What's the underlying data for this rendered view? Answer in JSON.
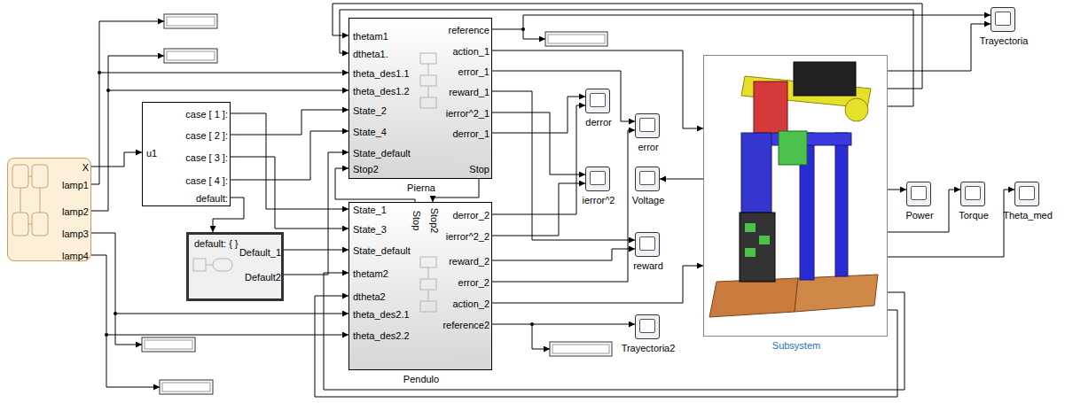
{
  "diagram": {
    "nodes": [
      {
        "text": [
          "X",
          "lamp1",
          "lamp2",
          "lamp3",
          "lamp4"
        ]
      },
      {
        "text": [
          "u1",
          "case [ 1 ]:",
          "case [ 2 ]:",
          "case [ 3 ]:",
          "case [ 4 ]:",
          "default:"
        ]
      },
      {
        "text": [
          "default: { }",
          "Default_1",
          "Default2"
        ]
      },
      {
        "text": [
          "thetam1",
          "dtheta1.",
          "theta_des1.1",
          "theta_des1.2",
          "State_2",
          "State_4",
          "State_default",
          "Stop2",
          "reference",
          "action_1",
          "error_1",
          "reward_1",
          "ierror^2_1",
          "derror_1",
          "Stop",
          "Pierna"
        ]
      },
      {
        "text": [
          "State_1",
          "State_3",
          "State_default",
          "thetam2",
          "dtheta2",
          "theta_des2.1",
          "theta_des2.2",
          "Stop2",
          "Stop",
          "derror_2",
          "ierror^2_2",
          "reward_2",
          "error_2",
          "action_2",
          "reference2",
          "Pendulo"
        ]
      },
      {
        "text": [
          "Subsystem"
        ]
      },
      {
        "text": [
          "Trayectoria"
        ]
      },
      {
        "text": [
          "derror"
        ]
      },
      {
        "text": [
          "error"
        ]
      },
      {
        "text": [
          "ierror^2"
        ]
      },
      {
        "text": [
          "Voltage"
        ]
      },
      {
        "text": [
          "reward"
        ]
      },
      {
        "text": [
          "Trayectoria2"
        ]
      },
      {
        "text": [
          "Power"
        ]
      },
      {
        "text": [
          "Torque"
        ]
      },
      {
        "text": [
          "Theta_med"
        ]
      }
    ],
    "edges": [
      {
        "from": 0,
        "to": 1,
        "arrow": "to"
      },
      {
        "from": 0,
        "to": 3,
        "arrow": "to"
      },
      {
        "from": 0,
        "to": 3,
        "arrow": "to"
      },
      {
        "from": 0,
        "to": 4,
        "arrow": "to"
      },
      {
        "from": 0,
        "to": 4,
        "arrow": "to"
      },
      {
        "from": 1,
        "to": 4,
        "arrow": "to"
      },
      {
        "from": 1,
        "to": 3,
        "arrow": "to"
      },
      {
        "from": 1,
        "to": 4,
        "arrow": "to"
      },
      {
        "from": 1,
        "to": 3,
        "arrow": "to"
      },
      {
        "from": 1,
        "to": 2,
        "arrow": "to"
      },
      {
        "from": 2,
        "to": 4,
        "arrow": "to"
      },
      {
        "from": 2,
        "to": 3,
        "arrow": "to"
      },
      {
        "from": 3,
        "to": 4,
        "arrow": "to"
      },
      {
        "from": 4,
        "to": 3,
        "arrow": "to"
      },
      {
        "from": 3,
        "to": 6,
        "arrow": "to"
      },
      {
        "from": 3,
        "to": 5,
        "arrow": "to"
      },
      {
        "from": 3,
        "to": 8,
        "arrow": "to"
      },
      {
        "from": 3,
        "to": 11,
        "arrow": "to"
      },
      {
        "from": 3,
        "to": 9,
        "arrow": "to"
      },
      {
        "from": 3,
        "to": 7,
        "arrow": "to"
      },
      {
        "from": 4,
        "to": 7,
        "arrow": "to"
      },
      {
        "from": 4,
        "to": 9,
        "arrow": "to"
      },
      {
        "from": 4,
        "to": 11,
        "arrow": "to"
      },
      {
        "from": 4,
        "to": 8,
        "arrow": "to"
      },
      {
        "from": 4,
        "to": 5,
        "arrow": "to"
      },
      {
        "from": 4,
        "to": 12,
        "arrow": "to"
      },
      {
        "from": 5,
        "to": 6,
        "arrow": "to"
      },
      {
        "from": 5,
        "to": 10,
        "arrow": "to"
      },
      {
        "from": 5,
        "to": 13,
        "arrow": "to"
      },
      {
        "from": 5,
        "to": 14,
        "arrow": "to"
      },
      {
        "from": 5,
        "to": 15,
        "arrow": "to"
      },
      {
        "from": 5,
        "to": 3,
        "arrow": "to"
      },
      {
        "from": 5,
        "to": 3,
        "arrow": "to"
      },
      {
        "from": 5,
        "to": 4,
        "arrow": "to"
      },
      {
        "from": 5,
        "to": 4,
        "arrow": "to"
      }
    ]
  }
}
